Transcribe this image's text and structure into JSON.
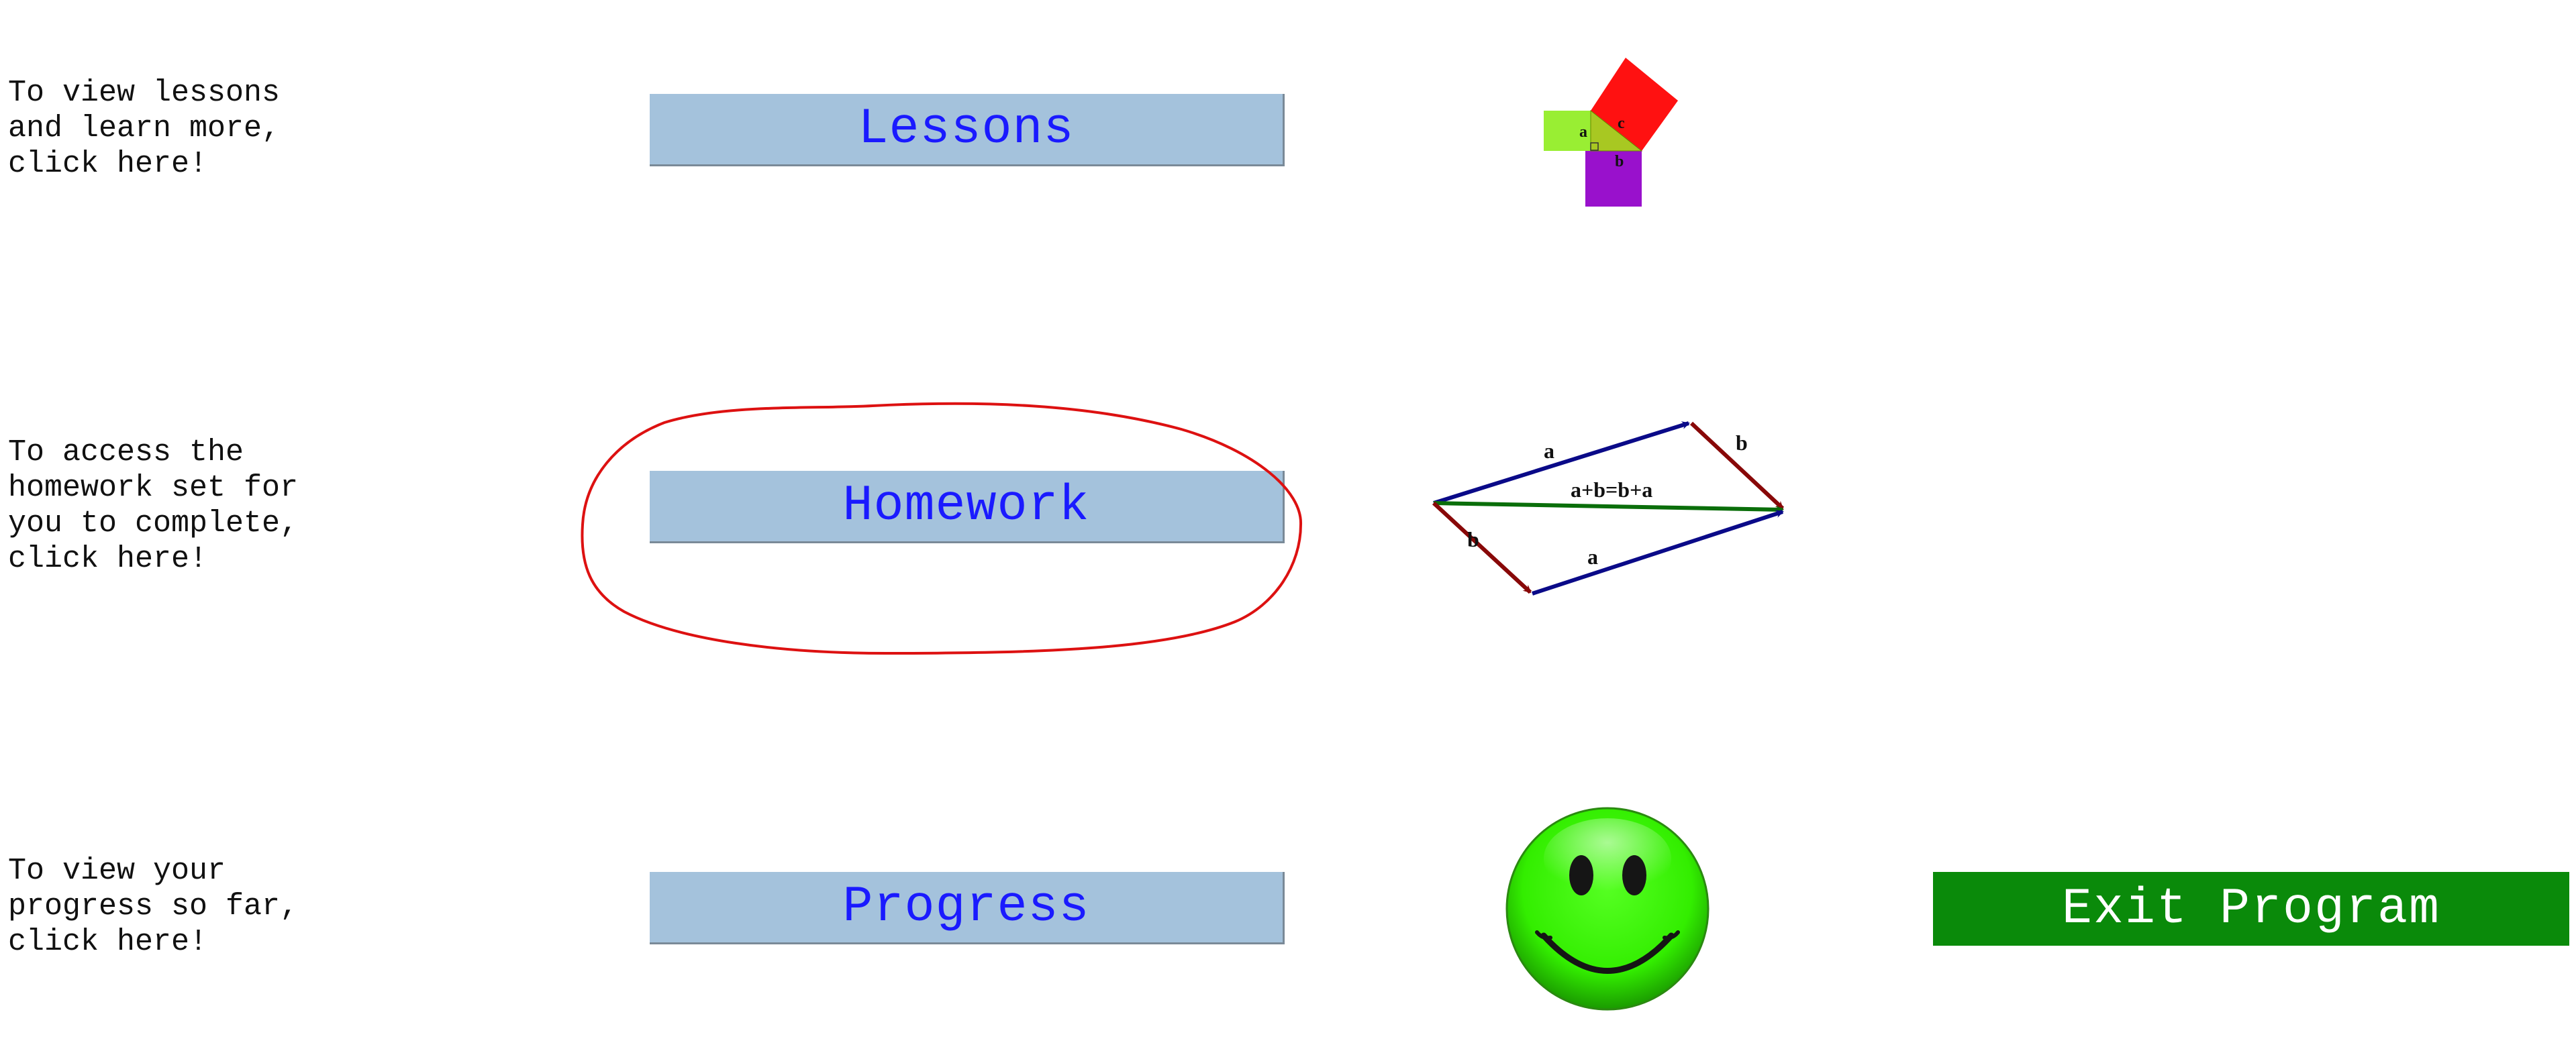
{
  "menu": {
    "lessons": {
      "description": "To view lessons\nand learn more,\nclick here!",
      "button_label": "Lessons"
    },
    "homework": {
      "description": "To access the\nhomework set for\nyou to complete,\nclick here!",
      "button_label": "Homework"
    },
    "progress": {
      "description": "To view your\nprogress so far,\nclick here!",
      "button_label": "Progress"
    },
    "exit": {
      "button_label": "Exit Program"
    }
  },
  "pythagoras_figure": {
    "label_a": "a",
    "label_b": "b",
    "label_c": "c"
  },
  "vector_figure": {
    "label_a_top": "a",
    "label_b_top": "b",
    "label_sum": "a+b=b+a",
    "label_b_bottom": "b",
    "label_a_bottom": "a"
  },
  "colors": {
    "button_bg": "#a4c2dc",
    "button_text": "#1a1aff",
    "exit_bg": "#0a8a0a",
    "annotation": "#dd1111"
  },
  "icons": {
    "pythagoras": "pythagoras-theorem-icon",
    "vectors": "vector-addition-icon",
    "progress": "smiley-face-icon"
  }
}
